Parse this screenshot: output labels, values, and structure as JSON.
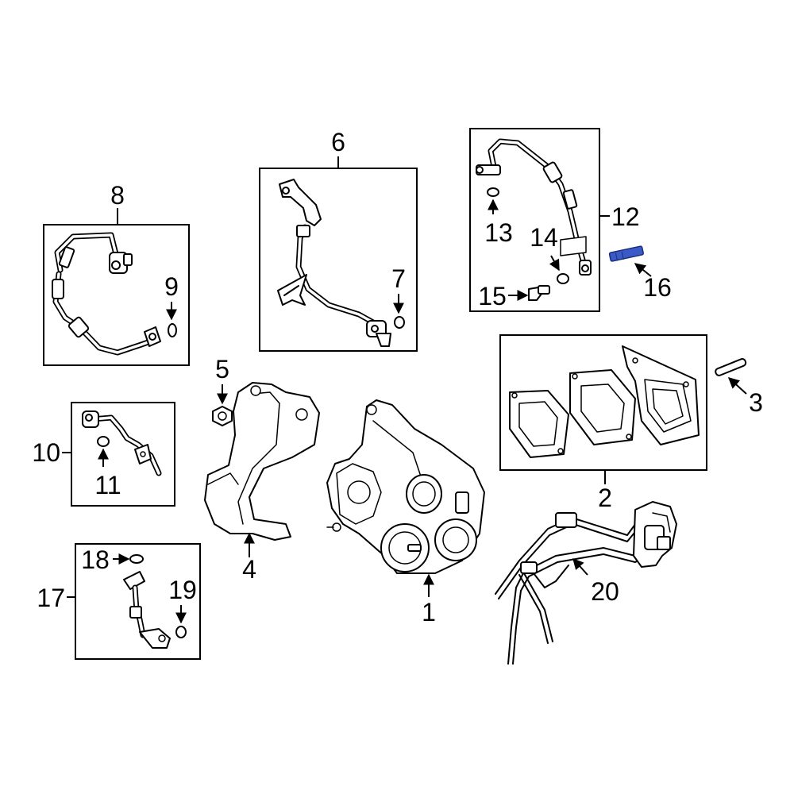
{
  "callouts": {
    "c1": "1",
    "c2": "2",
    "c3": "3",
    "c4": "4",
    "c5": "5",
    "c6": "6",
    "c7": "7",
    "c8": "8",
    "c9": "9",
    "c10": "10",
    "c11": "11",
    "c12": "12",
    "c13": "13",
    "c14": "14",
    "c15": "15",
    "c16": "16",
    "c17": "17",
    "c18": "18",
    "c19": "19",
    "c20": "20"
  },
  "colors": {
    "highlight": "#3a5bc7",
    "line": "#000000",
    "background": "#ffffff"
  }
}
